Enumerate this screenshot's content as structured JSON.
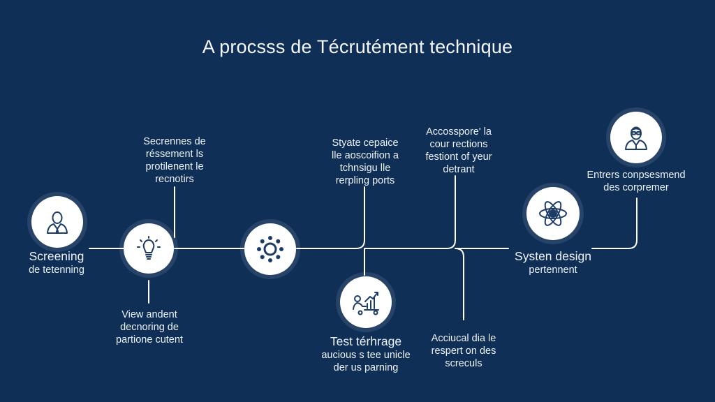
{
  "title": "A procsss de Técrutément technique",
  "colors": {
    "background": "#0f2f57",
    "node_fill": "#ffffff",
    "icon": "#1c3c66",
    "line": "#ffffff"
  },
  "nodes": [
    {
      "icon": "person-icon",
      "name": "Screening",
      "subtitle": "de tetenning"
    },
    {
      "icon": "lightbulb-icon"
    },
    {
      "icon": "gear-icon"
    },
    {
      "icon": "chart-person-icon",
      "name": "Test térhrage",
      "subtitle": "aucious s tee unicle\nder us parning"
    },
    {
      "icon": "atom-icon",
      "name": "Systen design",
      "subtitle": "pertennent"
    },
    {
      "icon": "person-glasses-icon"
    }
  ],
  "annotations": {
    "top_left": "Secrennes de\nréssement ls\nprotilenent le\nrecnotirs",
    "bottom_left": "View andent\ndecnoring de\npartione cutent",
    "top_middle": "Styate cepaice\nlle aoscoifion a\ntchnsigu lle\nrerpling ports",
    "top_right": "Accosspore' la\ncour rections\nfestiont of yeur\ndetrant",
    "bottom_right": "Acciucal dia le\nrespert on des\nscreculs",
    "far_right": "Entrers conpsesmend\ndes corpremer"
  }
}
